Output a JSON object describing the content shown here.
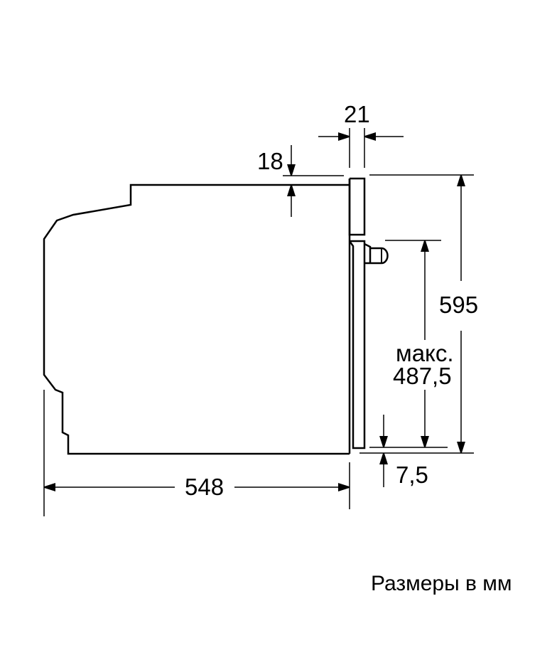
{
  "dimensions": {
    "depth": "548",
    "panel_thickness": "21",
    "top_offset": "18",
    "height": "595",
    "max_label": "макс.",
    "max_value": "487,5",
    "bottom_offset": "7,5"
  },
  "caption": "Размеры в мм",
  "colors": {
    "line": "#000000",
    "background": "#ffffff"
  }
}
